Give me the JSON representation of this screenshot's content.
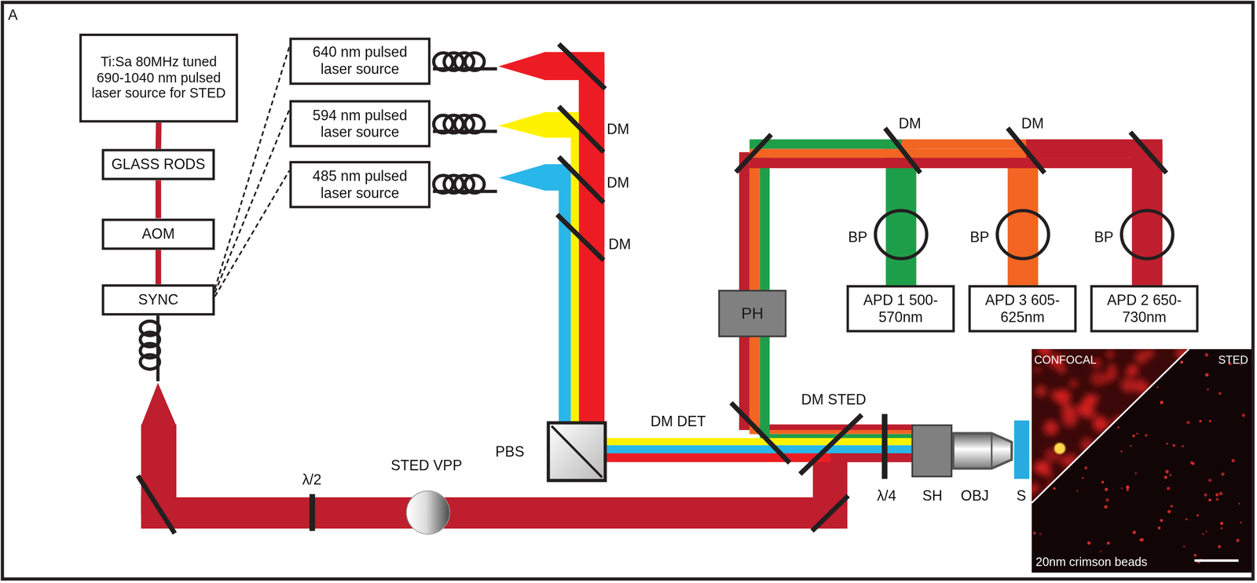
{
  "diagram": {
    "nodes": [
      {
        "text": [
          "Ti:Sa 80MHz tuned 690-1040 nm pulsed laser source for STED"
        ]
      },
      {
        "text": [
          "GLASS RODS"
        ]
      },
      {
        "text": [
          "AOM"
        ]
      },
      {
        "text": [
          "SYNC"
        ]
      },
      {
        "text": [
          "640 nm pulsed laser source"
        ]
      },
      {
        "text": [
          "594 nm pulsed laser source"
        ]
      },
      {
        "text": [
          "485 nm pulsed laser source"
        ]
      },
      {
        "text": [
          "PH"
        ]
      },
      {
        "text": [
          "APD 1 500-570nm"
        ]
      },
      {
        "text": [
          "APD 3 605-625nm"
        ]
      },
      {
        "text": [
          "APD 2 650-730nm"
        ]
      }
    ],
    "edges": [
      {
        "from": 0,
        "to": 1,
        "arrow": "none"
      },
      {
        "from": 1,
        "to": 2,
        "arrow": "none"
      },
      {
        "from": 2,
        "to": 3,
        "arrow": "none"
      },
      {
        "from": 3,
        "to": 4,
        "arrow": "none"
      },
      {
        "from": 3,
        "to": 5,
        "arrow": "none"
      },
      {
        "from": 3,
        "to": 6,
        "arrow": "none"
      }
    ],
    "labels": [
      "A",
      "DM",
      "DM",
      "DM",
      "PBS",
      "DM DET",
      "DM STED",
      "λ/2",
      "STED VPP",
      "λ/4",
      "SH",
      "OBJ",
      "S",
      "DM",
      "DM",
      "BP",
      "BP",
      "BP",
      "CONFOCAL",
      "STED",
      "20nm crimson beads"
    ]
  }
}
